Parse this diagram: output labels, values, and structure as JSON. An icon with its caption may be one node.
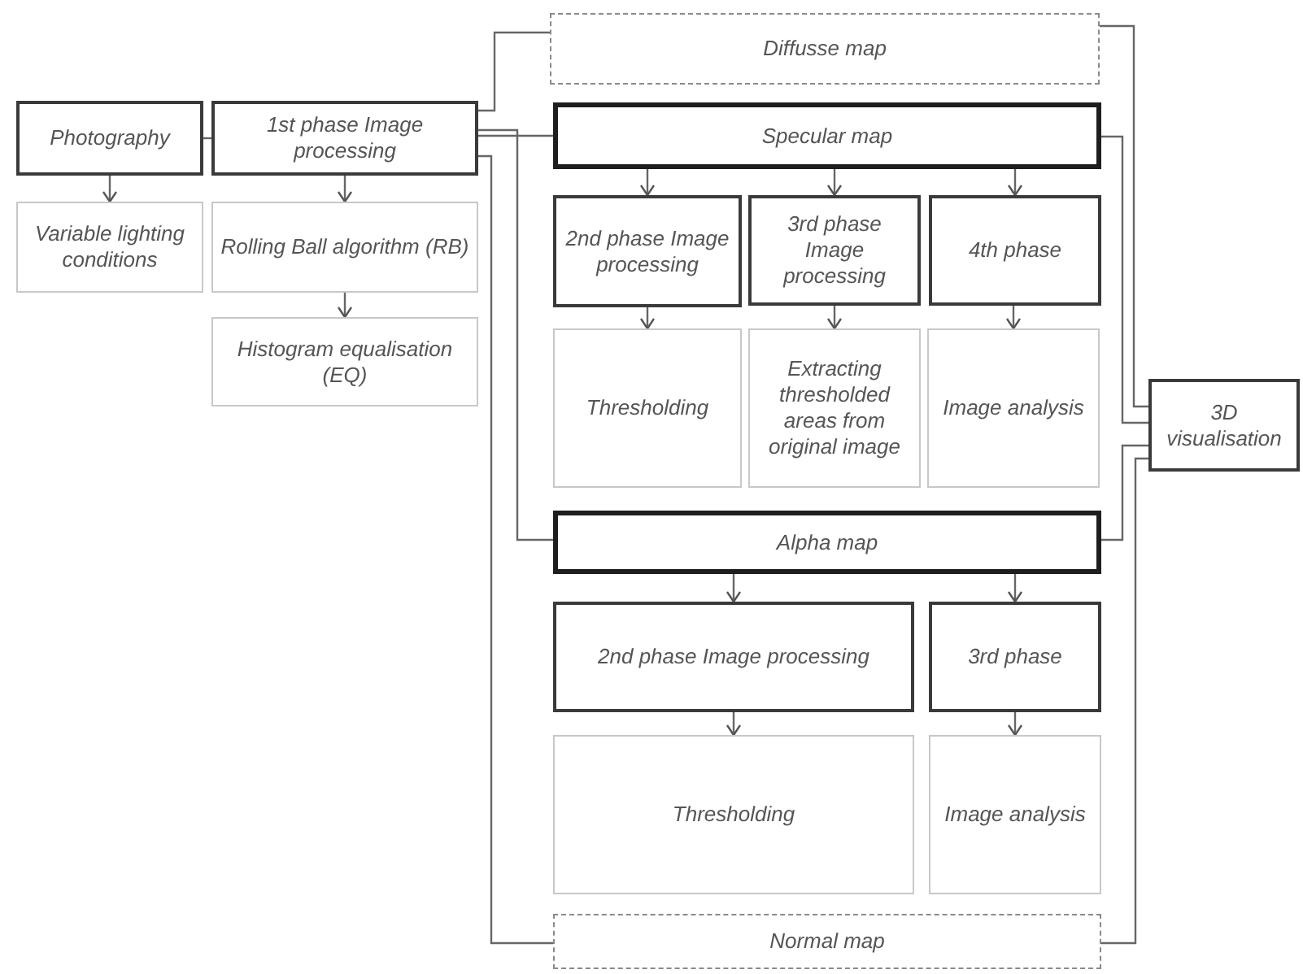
{
  "diagram": {
    "nodes": [
      {
        "text": [
          "Photography"
        ]
      },
      {
        "text": [
          "Variable lighting conditions"
        ]
      },
      {
        "text": [
          "1st phase Image processing"
        ]
      },
      {
        "text": [
          "Rolling Ball algorithm (RB)"
        ]
      },
      {
        "text": [
          "Histogram equalisation (EQ)"
        ]
      },
      {
        "text": [
          "Diffusse map"
        ]
      },
      {
        "text": [
          "Specular map"
        ]
      },
      {
        "text": [
          "2nd phase Image processing"
        ]
      },
      {
        "text": [
          "3rd phase Image processing"
        ]
      },
      {
        "text": [
          "4th phase"
        ]
      },
      {
        "text": [
          "Thresholding"
        ]
      },
      {
        "text": [
          "Extracting thresholded areas from original image"
        ]
      },
      {
        "text": [
          "Image analysis"
        ]
      },
      {
        "text": [
          "Alpha map"
        ]
      },
      {
        "text": [
          "2nd phase Image processing"
        ]
      },
      {
        "text": [
          "3rd phase"
        ]
      },
      {
        "text": [
          "Thresholding"
        ]
      },
      {
        "text": [
          "Image analysis"
        ]
      },
      {
        "text": [
          "Normal map"
        ]
      },
      {
        "text": [
          "3D visualisation"
        ]
      }
    ],
    "edges": [
      {
        "from": 0,
        "to": 1,
        "arrow": "to"
      },
      {
        "from": 0,
        "to": 2,
        "arrow": "none"
      },
      {
        "from": 2,
        "to": 3,
        "arrow": "to"
      },
      {
        "from": 3,
        "to": 4,
        "arrow": "to"
      },
      {
        "from": 2,
        "to": 5,
        "arrow": "none"
      },
      {
        "from": 2,
        "to": 6,
        "arrow": "none"
      },
      {
        "from": 2,
        "to": 13,
        "arrow": "none"
      },
      {
        "from": 2,
        "to": 18,
        "arrow": "none"
      },
      {
        "from": 6,
        "to": 7,
        "arrow": "to"
      },
      {
        "from": 6,
        "to": 8,
        "arrow": "to"
      },
      {
        "from": 6,
        "to": 9,
        "arrow": "to"
      },
      {
        "from": 7,
        "to": 10,
        "arrow": "to"
      },
      {
        "from": 8,
        "to": 11,
        "arrow": "to"
      },
      {
        "from": 9,
        "to": 12,
        "arrow": "to"
      },
      {
        "from": 13,
        "to": 14,
        "arrow": "to"
      },
      {
        "from": 13,
        "to": 15,
        "arrow": "to"
      },
      {
        "from": 14,
        "to": 16,
        "arrow": "to"
      },
      {
        "from": 15,
        "to": 17,
        "arrow": "to"
      },
      {
        "from": 5,
        "to": 19,
        "arrow": "none"
      },
      {
        "from": 6,
        "to": 19,
        "arrow": "none"
      },
      {
        "from": 13,
        "to": 19,
        "arrow": "none"
      },
      {
        "from": 18,
        "to": 19,
        "arrow": "none"
      }
    ]
  }
}
